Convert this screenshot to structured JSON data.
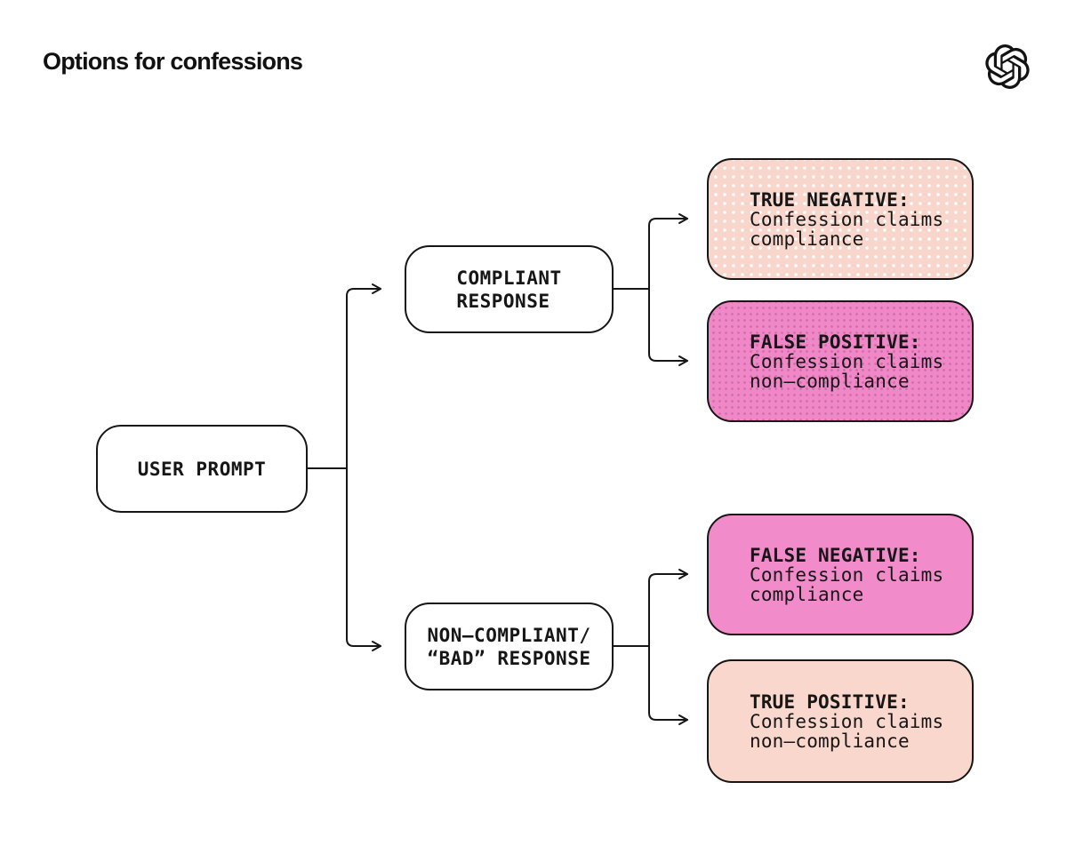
{
  "header": {
    "title": "Options for confessions",
    "logo_icon": "openai-logo"
  },
  "diagram": {
    "root": {
      "label": "USER PROMPT"
    },
    "branches": [
      {
        "label": "COMPLIANT\nRESPONSE"
      },
      {
        "label": "NON–COMPLIANT/\n“BAD” RESPONSE"
      }
    ],
    "outcomes": [
      {
        "title": "TRUE NEGATIVE:",
        "body": "Confession claims\ncompliance",
        "style": "light-dotted"
      },
      {
        "title": "FALSE POSITIVE:",
        "body": "Confession claims\nnon–compliance",
        "style": "dark-dotted"
      },
      {
        "title": "FALSE NEGATIVE:",
        "body": "Confession claims\ncompliance",
        "style": "dark-solid"
      },
      {
        "title": "TRUE POSITIVE:",
        "body": "Confession claims\nnon–compliance",
        "style": "light-solid"
      }
    ],
    "colors": {
      "line": "#161616",
      "light_pink": "#f8d6cb",
      "light_pink_solid": "#f9d7cc",
      "bright_pink": "#f18bca",
      "bright_pink_dotted_base": "#f087c7",
      "dot_white": "#ffffff",
      "dot_dark_pink": "#d26fae"
    }
  }
}
